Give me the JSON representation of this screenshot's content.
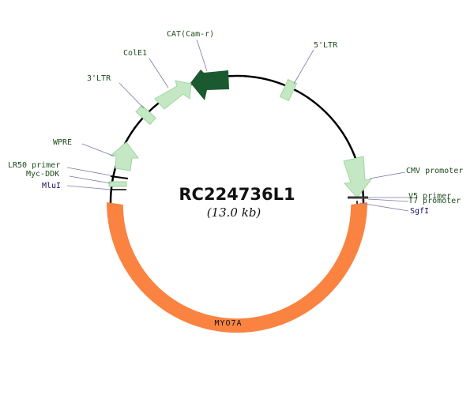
{
  "plasmid": {
    "name": "RC224736L1",
    "size": "(13.0 kb)"
  },
  "colors": {
    "backbone": "#000000",
    "light_feature": "#c4e8c4",
    "light_feature_stroke": "#a2d4a2",
    "dark_feature": "#1b5a30",
    "gene": "#fa8341",
    "feature_label": "#1f4a1f",
    "site_label": "#141468",
    "leader_line": "#7a7aa8"
  },
  "gene": {
    "label": "MYO7A"
  },
  "labels": {
    "cat": "CAT(Cam-r)",
    "cole1": "ColE1",
    "ltr3": "3'LTR",
    "ltr5": "5'LTR",
    "wpre": "WPRE",
    "lr50": "LR50 primer",
    "mycddk": "Myc-DDK",
    "mlui": "MluI",
    "cmv": "CMV promoter",
    "v5": "V5 primer",
    "t7": "T7 promoter",
    "sgfi": "SgfI"
  }
}
